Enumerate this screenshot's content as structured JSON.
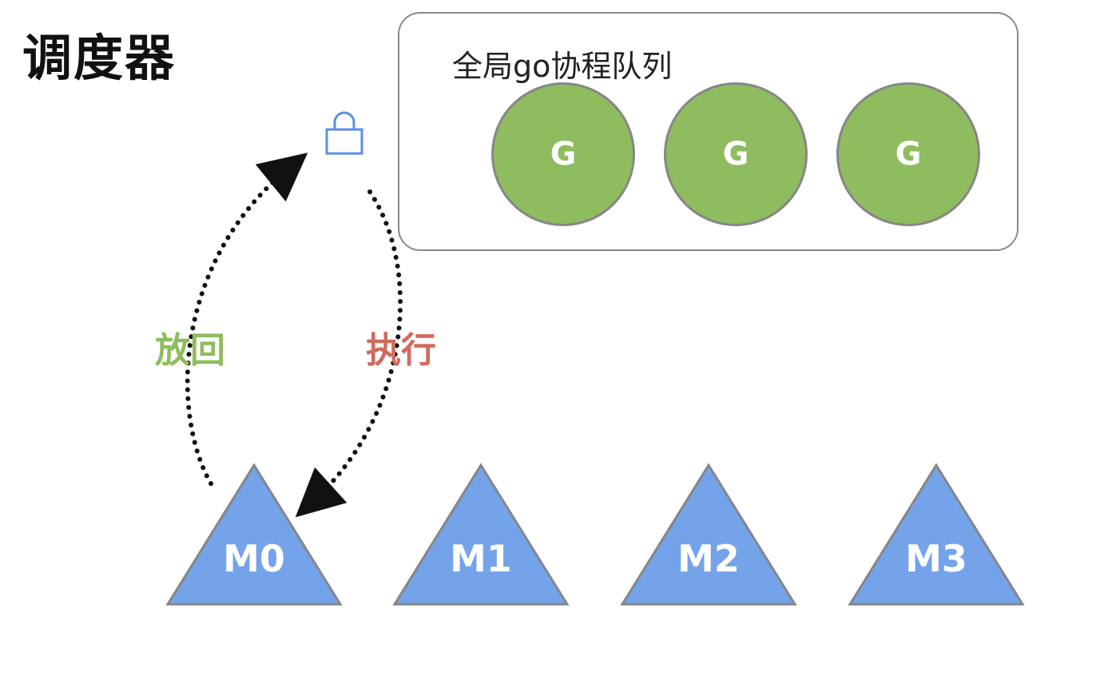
{
  "title": "调度器",
  "global_queue": {
    "label": "全局go协程队列",
    "goroutines": [
      "G",
      "G",
      "G"
    ]
  },
  "lock_icon": "lock-icon",
  "arrows": {
    "return_label": "放回",
    "execute_label": "执行"
  },
  "machines": [
    "M0",
    "M1",
    "M2",
    "M3"
  ],
  "colors": {
    "goroutine": "#8fbc5f",
    "machine": "#74a3ea",
    "return_text": "#8fbc5f",
    "execute_text": "#d06a5c",
    "lock": "#5b8ee6"
  }
}
